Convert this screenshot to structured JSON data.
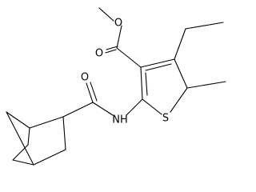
{
  "structure": {
    "atom_labels": {
      "ester_carbonyl_oxygen": "O",
      "ester_ether_oxygen": "O",
      "amide_carbonyl_oxygen": "O",
      "amide_nitrogen": "NH",
      "thiophene_sulfur": "S"
    }
  }
}
